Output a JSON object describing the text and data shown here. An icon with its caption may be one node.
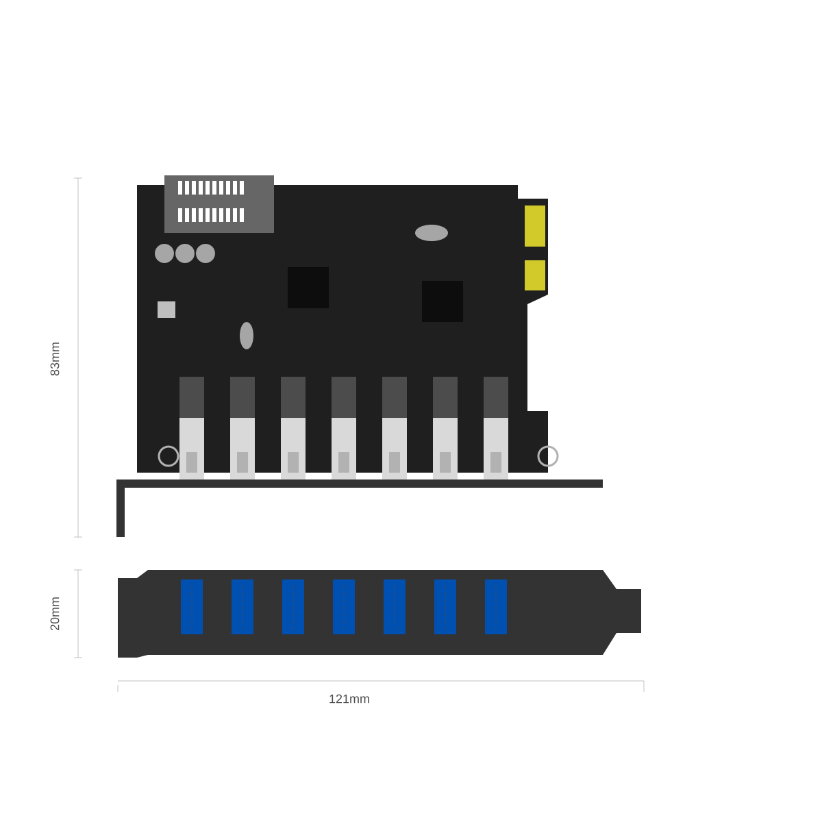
{
  "diagram": {
    "labels": [
      "83mm",
      "20mm",
      "121mm"
    ]
  }
}
